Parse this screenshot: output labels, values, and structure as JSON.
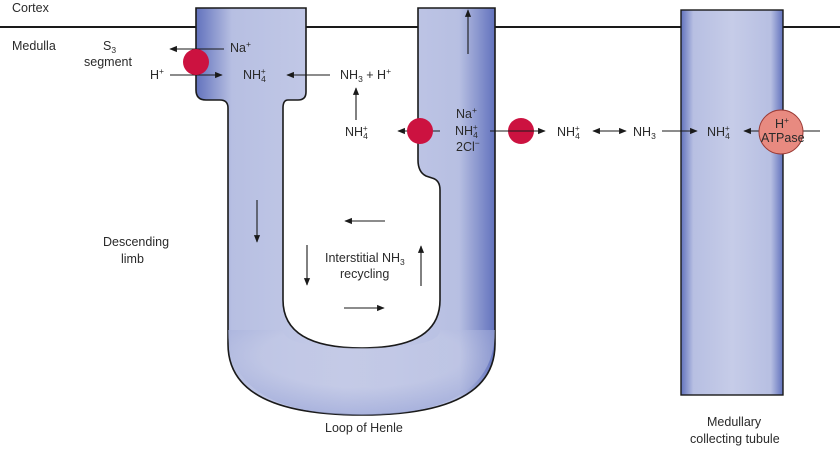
{
  "regions": {
    "cortex": "Cortex",
    "medulla": "Medulla"
  },
  "labels": {
    "s3_line1": "S",
    "s3_sub": "3",
    "s3_line2": "segment",
    "descending_limb_1": "Descending",
    "descending_limb_2": "limb",
    "loop_of_henle": "Loop of Henle",
    "collecting_1": "Medullary",
    "collecting_2": "collecting tubule",
    "interstitial_1": "Interstitial NH",
    "interstitial_sub": "3",
    "interstitial_2": "recycling"
  },
  "species": {
    "na": "Na",
    "h": "H",
    "nh": "NH",
    "plus": "+",
    "sub3": "3",
    "sub4": "4",
    "plus_h": " + H",
    "cl": "2Cl",
    "minus": "−",
    "atpase": "ATPase"
  },
  "colors": {
    "tubule_fill": "#c3c9e6",
    "tubule_edge": "#5b6cb8",
    "outline": "#1a1a1a",
    "transporter": "#cc1240",
    "atpase": "#e88a80",
    "atpase_edge": "#9a3a35"
  }
}
